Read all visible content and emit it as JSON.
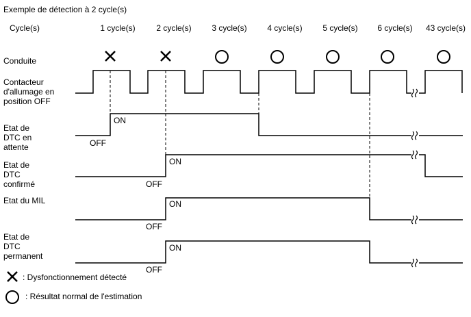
{
  "title": "Exemple de détection à 2 cycle(s)",
  "cycles_header": "Cycle(s)",
  "cycles": [
    {
      "label": "1 cycle(s)",
      "drive": "x"
    },
    {
      "label": "2 cycle(s)",
      "drive": "x"
    },
    {
      "label": "3 cycle(s)",
      "drive": "o"
    },
    {
      "label": "4 cycle(s)",
      "drive": "o"
    },
    {
      "label": "5 cycle(s)",
      "drive": "o"
    },
    {
      "label": "6 cycle(s)",
      "drive": "o"
    },
    {
      "label": "43 cycle(s)",
      "drive": "o"
    }
  ],
  "rows": {
    "drive": [
      "Conduite"
    ],
    "ignition": [
      "Contacteur",
      "d'allumage en",
      "position OFF"
    ],
    "pending": [
      "Etat de",
      "DTC en",
      "attente"
    ],
    "confirmed": [
      "Etat de",
      "DTC",
      "confirmé"
    ],
    "mil": [
      "Etat du MIL"
    ],
    "permanent": [
      "Etat de",
      "DTC",
      "permanent"
    ]
  },
  "state_labels": {
    "on": "ON",
    "off": "OFF"
  },
  "legend": {
    "malfunction": ": Dysfonctionnement détecté",
    "normal": ": Résultat normal de l'estimation"
  }
}
